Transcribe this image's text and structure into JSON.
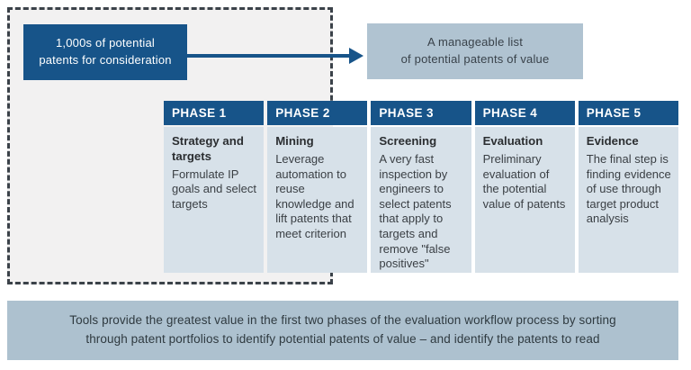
{
  "input_box": {
    "line1": "1,000s of potential",
    "line2": "patents for consideration"
  },
  "output_box": {
    "line1": "A manageable list",
    "line2": "of potential patents of value"
  },
  "phases": [
    {
      "header": "PHASE 1",
      "title": "Strategy and targets",
      "description": "Formulate IP goals and select targets"
    },
    {
      "header": "PHASE 2",
      "title": "Mining",
      "description": "Leverage automation to reuse knowledge and lift patents that meet criterion"
    },
    {
      "header": "PHASE 3",
      "title": "Screening",
      "description": "A very fast inspection by engineers to select patents that apply to targets and remove \"false positives\""
    },
    {
      "header": "PHASE 4",
      "title": "Evaluation",
      "description": "Preliminary evaluation of the potential value of patents"
    },
    {
      "header": "PHASE 5",
      "title": "Evidence",
      "description": "The final step is finding evidence of use through target product analysis"
    }
  ],
  "footer": {
    "line1": "Tools provide the greatest value in the first two phases of the evaluation workflow process by sorting",
    "line2": "through patent portfolios to identify potential patents of value – and identify the patents to read"
  },
  "colors": {
    "dark_blue": "#175489",
    "phase_panel": "#d7e1e9",
    "muted_blue_box": "#b0c3d1",
    "footer_banner": "#adc1cf",
    "dashed_area_fill": "#f2f1f1",
    "dash_border": "#3b4249",
    "text_dark": "#3a3f44"
  }
}
